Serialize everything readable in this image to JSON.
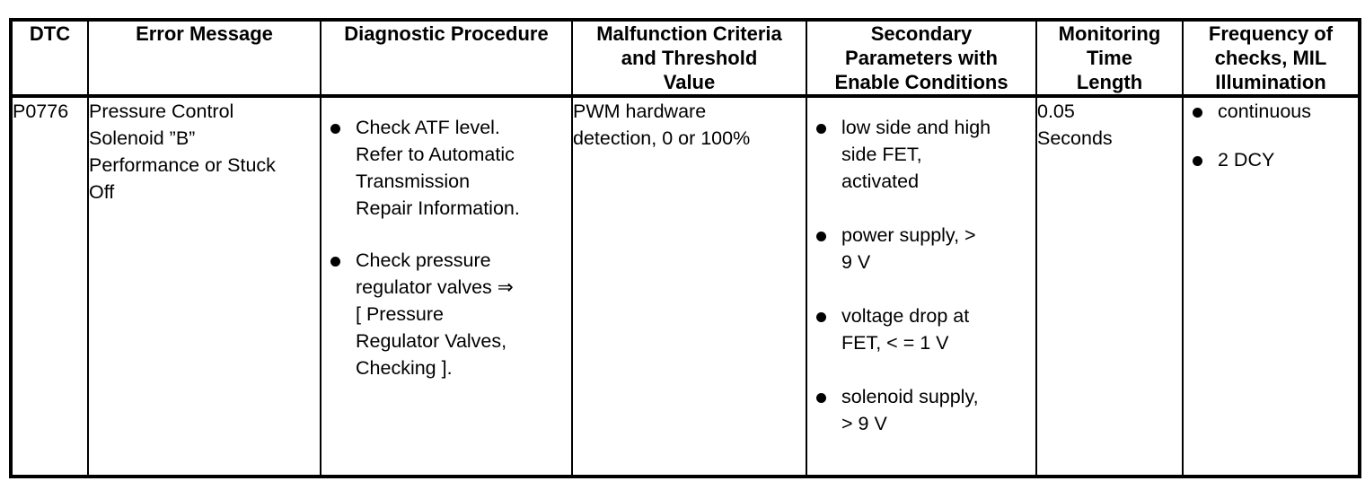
{
  "table": {
    "headers": [
      {
        "key": "dtc",
        "label": "DTC"
      },
      {
        "key": "error",
        "label": "Error Message"
      },
      {
        "key": "diag",
        "label": "Diagnostic Procedure"
      },
      {
        "key": "malf",
        "label": "Malfunction Criteria\nand Threshold\nValue"
      },
      {
        "key": "sec",
        "label": "Secondary\nParameters with\nEnable Conditions"
      },
      {
        "key": "mon",
        "label": "Monitoring\nTime\nLength"
      },
      {
        "key": "freq",
        "label": "Frequency of\nchecks, MIL\nIllumination"
      }
    ],
    "rows": [
      {
        "dtc": "P0776",
        "error_message": "Pressure Control\nSolenoid ”B”\nPerformance or Stuck\nOff",
        "diagnostic_procedure": [
          "Check ATF level.\nRefer to Automatic\nTransmission\nRepair Information.",
          "Check pressure\nregulator valves ⇒\n[ Pressure\nRegulator Valves,\nChecking ]."
        ],
        "malfunction_criteria": "PWM hardware\ndetection, 0 or 100%",
        "secondary_parameters": [
          "low side and high\nside FET,\nactivated",
          "power supply, >\n9 V",
          "voltage drop at\nFET, < = 1 V",
          "solenoid supply,\n> 9 V"
        ],
        "monitoring_time_length": "0.05\nSeconds",
        "frequency_of_checks": [
          "continuous",
          "2 DCY"
        ]
      }
    ]
  },
  "style": {
    "border_color": "#000000",
    "text_color": "#000000",
    "background": "#ffffff"
  }
}
